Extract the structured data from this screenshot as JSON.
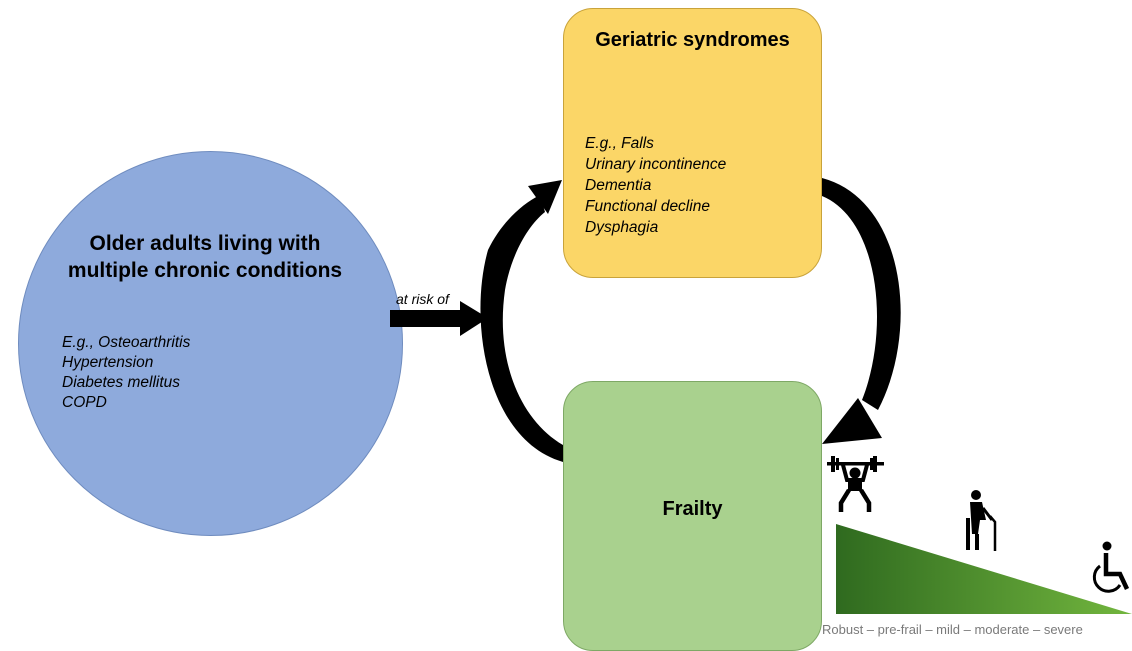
{
  "chronic": {
    "title": "Older adults living with multiple chronic conditions",
    "examples": [
      "E.g., Osteoarthritis",
      "Hypertension",
      "Diabetes mellitus",
      "COPD"
    ],
    "color": "#8eaadc"
  },
  "geriatric": {
    "title": "Geriatric syndromes",
    "examples": [
      "E.g., Falls",
      "Urinary incontinence",
      "Dementia",
      "Functional decline",
      "Dysphagia"
    ],
    "color": "#fbd667"
  },
  "frailty": {
    "title": "Frailty",
    "color": "#a9d18e"
  },
  "arrow": {
    "label": "at risk of"
  },
  "spectrum": {
    "label": "Robust – pre-frail – mild – moderate – severe",
    "icons": [
      "weightlifter-icon",
      "elderly-person-with-cane-icon",
      "wheelchair-icon"
    ],
    "gradient_dark": "#2f6a1f",
    "gradient_light": "#72b63e"
  }
}
